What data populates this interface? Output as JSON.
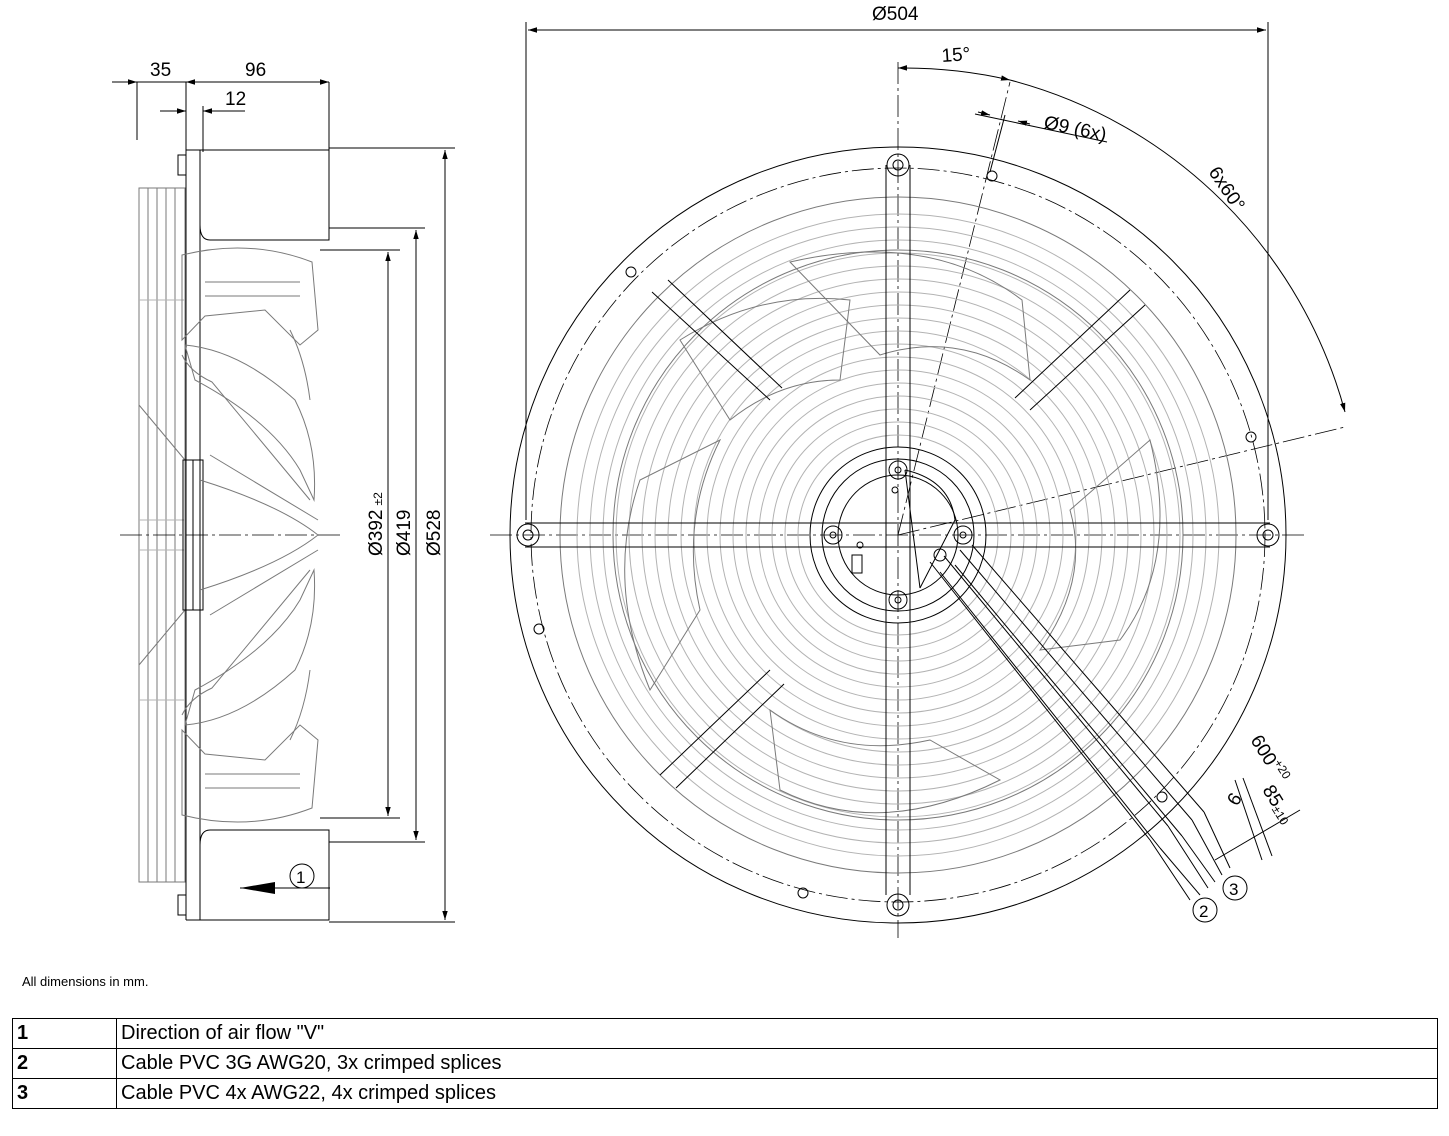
{
  "dimensions": {
    "side_depth_35": "35",
    "side_depth_96": "96",
    "side_depth_12": "12",
    "dia_392": "Ø392",
    "dia_392_tol": "±2",
    "dia_419": "Ø419",
    "dia_528": "Ø528",
    "dia_504": "Ø504",
    "angle_15": "15°",
    "hole_dia": "Ø9 (6x)",
    "hole_pattern": "6x60°",
    "cable_len": "600",
    "cable_len_tol": "+20",
    "strip_len": "85",
    "strip_len_tol": "±10",
    "strip_6": "6"
  },
  "callouts": {
    "c1": "1",
    "c2": "2",
    "c3": "3"
  },
  "note": "All dimensions in mm.",
  "legend": [
    {
      "num": "1",
      "text": "Direction of air flow \"V\""
    },
    {
      "num": "2",
      "text": "Cable PVC 3G AWG20, 3x crimped splices"
    },
    {
      "num": "3",
      "text": "Cable PVC 4x AWG22, 4x crimped splices"
    }
  ]
}
